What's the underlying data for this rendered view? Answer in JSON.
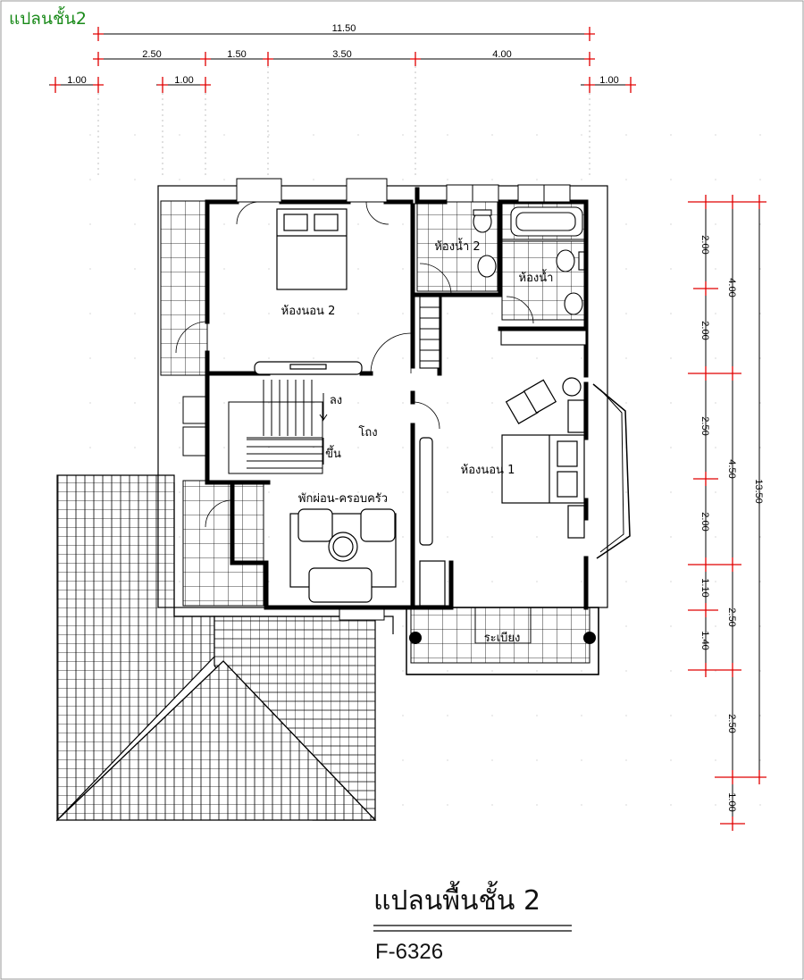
{
  "header": {
    "label": "แปลนชั้น2"
  },
  "dimensions": {
    "top": {
      "overall": "11.50",
      "segments": [
        "2.50",
        "1.50",
        "3.50",
        "4.00"
      ],
      "offsets": [
        "1.00",
        "1.00",
        "1.00"
      ]
    },
    "right": {
      "overall": "13.50",
      "outer": [
        "4.00",
        "4.50",
        "2.50",
        "2.50"
      ],
      "inner": [
        "2.00",
        "2.00",
        "2.50",
        "2.00",
        "1.10",
        "1.40"
      ],
      "bottom_offset": "1.00"
    }
  },
  "rooms": {
    "bedroom2": "ห้องนอน 2",
    "bathroom2": "ห้องน้ำ 2",
    "bathroom": "ห้องน้ำ",
    "hall": "โถง",
    "stair_down": "ลง",
    "stair_up": "ขึ้น",
    "bedroom1": "ห้องนอน 1",
    "family": "พักผ่อน-ครอบครัว",
    "balcony": "ระเบียง"
  },
  "footer": {
    "title": "แปลนพื้นชั้น 2",
    "code": "F-6326"
  }
}
